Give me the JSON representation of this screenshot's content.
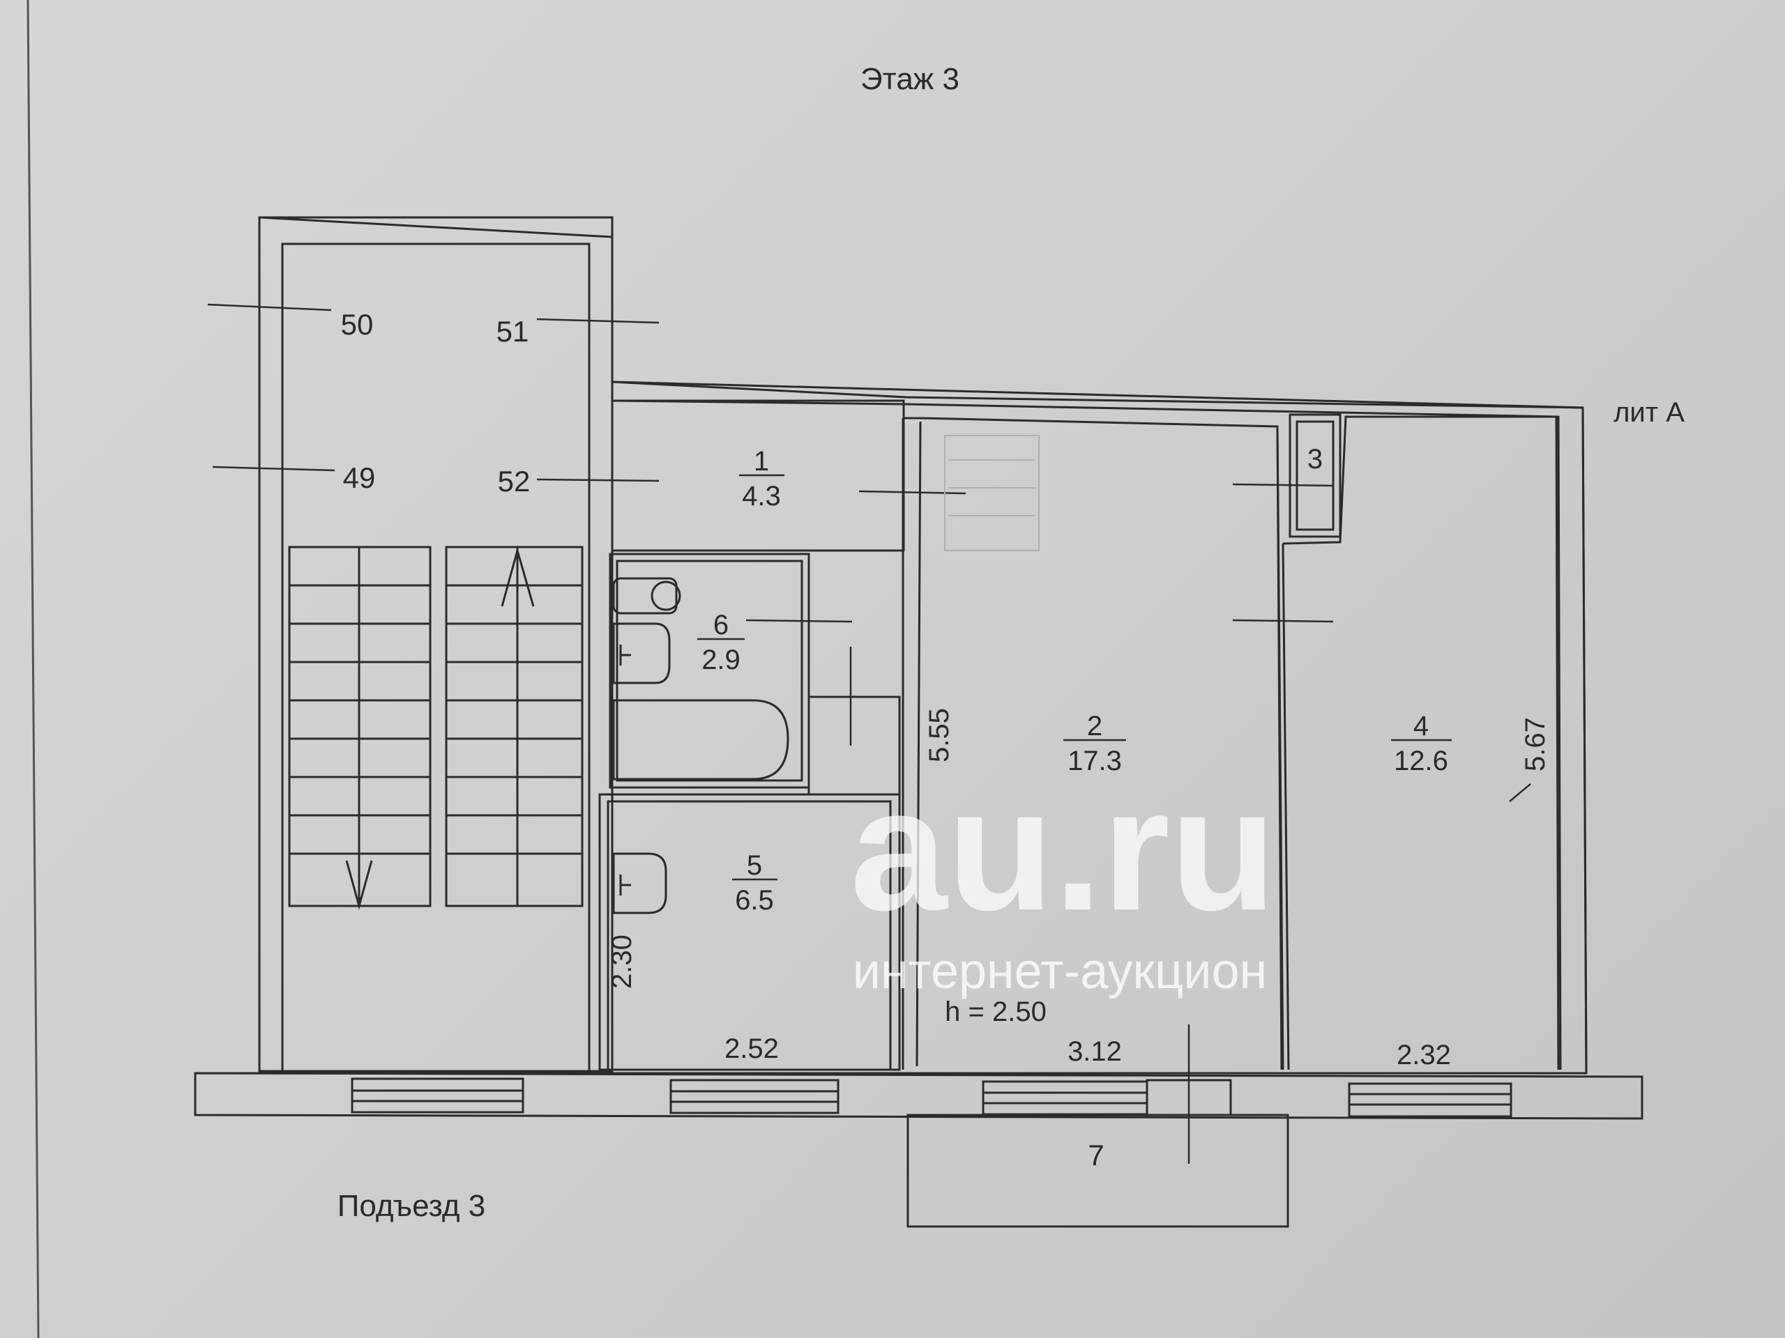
{
  "header": {
    "floor": "Этаж 3"
  },
  "building": {
    "lit": "лит А",
    "entrance": "Подъезд 3"
  },
  "stairwell": {
    "flats": [
      "50",
      "51",
      "49",
      "52"
    ]
  },
  "rooms": [
    {
      "num": "1",
      "area": "4.3"
    },
    {
      "num": "2",
      "area": "17.3"
    },
    {
      "num": "3"
    },
    {
      "num": "4",
      "area": "12.6"
    },
    {
      "num": "5",
      "area": "6.5"
    },
    {
      "num": "6",
      "area": "2.9"
    },
    {
      "num": "7"
    }
  ],
  "dimensions": {
    "width_room5": "2.52",
    "width_room2": "3.12",
    "width_room4": "2.32",
    "height_room2": "5.55",
    "height_room5": "2.30",
    "diag_room4": "5.67",
    "ceiling": "h = 2.50"
  },
  "watermark": {
    "logo": "au.ru",
    "tagline": "интернет-аукцион"
  }
}
